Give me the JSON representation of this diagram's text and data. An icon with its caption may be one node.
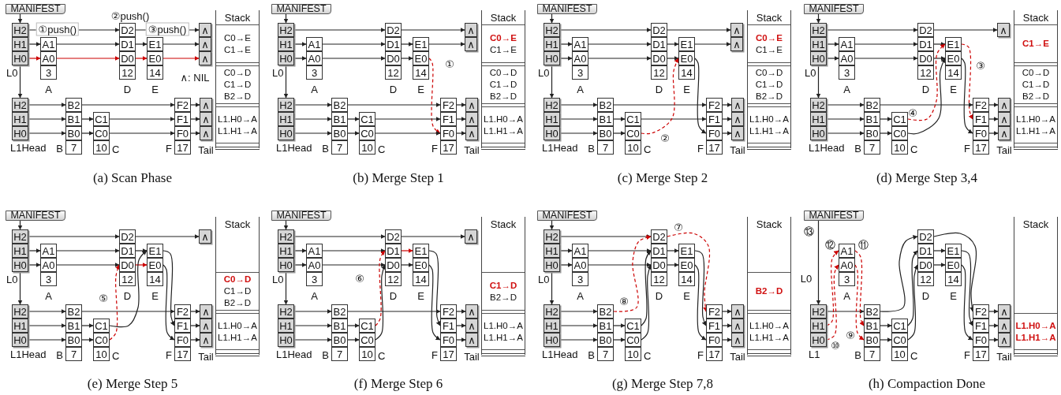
{
  "diagram": {
    "nodes": [
      {
        "text": [
          "MANIFEST"
        ]
      },
      {
        "text": [
          "H2"
        ]
      },
      {
        "text": [
          "H1"
        ]
      },
      {
        "text": [
          "H0"
        ],
        "beside": [
          "L0"
        ]
      },
      {
        "text": [
          "A1"
        ]
      },
      {
        "text": [
          "A0"
        ]
      },
      {
        "text": [
          "3"
        ],
        "beside": [
          "A"
        ]
      },
      {
        "text": [
          "D2"
        ]
      },
      {
        "text": [
          "D1"
        ]
      },
      {
        "text": [
          "D0"
        ]
      },
      {
        "text": [
          "12"
        ],
        "beside": [
          "D"
        ]
      },
      {
        "text": [
          "E1"
        ]
      },
      {
        "text": [
          "E0"
        ]
      },
      {
        "text": [
          "14"
        ],
        "beside": [
          "E"
        ]
      },
      {
        "text": [
          "∧"
        ]
      },
      {
        "text": [
          "∧"
        ]
      },
      {
        "text": [
          "∧"
        ]
      },
      {
        "text": [
          "H2"
        ]
      },
      {
        "text": [
          "H1"
        ]
      },
      {
        "text": [
          "H0"
        ],
        "beside": [
          "L1Head"
        ]
      },
      {
        "text": [
          "B2"
        ]
      },
      {
        "text": [
          "B1"
        ]
      },
      {
        "text": [
          "B0"
        ]
      },
      {
        "text": [
          "7"
        ],
        "beside": [
          "B"
        ]
      },
      {
        "text": [
          "C1"
        ]
      },
      {
        "text": [
          "C0"
        ]
      },
      {
        "text": [
          "10"
        ],
        "beside": [
          "C"
        ]
      },
      {
        "text": [
          "F2"
        ]
      },
      {
        "text": [
          "F1"
        ]
      },
      {
        "text": [
          "F0"
        ]
      },
      {
        "text": [
          "17"
        ],
        "beside": [
          "F"
        ]
      },
      {
        "text": [
          "∧"
        ]
      },
      {
        "text": [
          "∧"
        ]
      },
      {
        "text": [
          "∧"
        ],
        "beside": [
          "Tail"
        ]
      },
      {
        "text": [
          "Stack"
        ]
      },
      {
        "text": [
          "C0→E",
          "C1→E"
        ],
        "in": 34
      },
      {
        "text": [
          "C0→D",
          "C1→D",
          "B2→D"
        ],
        "in": 34
      },
      {
        "text": [
          "L1.H0→A",
          "L1.H1→A"
        ],
        "in": 34
      },
      {
        "text": [
          "MANIFEST"
        ]
      },
      {
        "text": [
          "H2"
        ]
      },
      {
        "text": [
          "H1"
        ]
      },
      {
        "text": [
          "H0"
        ],
        "beside": [
          "L0"
        ]
      },
      {
        "text": [
          "A1"
        ]
      },
      {
        "text": [
          "A0"
        ]
      },
      {
        "text": [
          "3"
        ],
        "beside": [
          "A"
        ]
      },
      {
        "text": [
          "D2"
        ]
      },
      {
        "text": [
          "D1"
        ]
      },
      {
        "text": [
          "D0"
        ]
      },
      {
        "text": [
          "12"
        ],
        "beside": [
          "D"
        ]
      },
      {
        "text": [
          "E1"
        ]
      },
      {
        "text": [
          "E0"
        ]
      },
      {
        "text": [
          "14"
        ],
        "beside": [
          "E"
        ]
      },
      {
        "text": [
          "∧"
        ]
      },
      {
        "text": [
          "∧"
        ]
      },
      {
        "text": [
          "H2"
        ]
      },
      {
        "text": [
          "H1"
        ]
      },
      {
        "text": [
          "H0"
        ],
        "beside": [
          "L1Head"
        ]
      },
      {
        "text": [
          "B2"
        ]
      },
      {
        "text": [
          "B1"
        ]
      },
      {
        "text": [
          "B0"
        ]
      },
      {
        "text": [
          "7"
        ],
        "beside": [
          "B"
        ]
      },
      {
        "text": [
          "C1"
        ]
      },
      {
        "text": [
          "C0"
        ]
      },
      {
        "text": [
          "10"
        ],
        "beside": [
          "C"
        ]
      },
      {
        "text": [
          "F2"
        ]
      },
      {
        "text": [
          "F1"
        ]
      },
      {
        "text": [
          "F0"
        ]
      },
      {
        "text": [
          "17"
        ],
        "beside": [
          "F"
        ]
      },
      {
        "text": [
          "∧"
        ]
      },
      {
        "text": [
          "∧"
        ]
      },
      {
        "text": [
          "∧"
        ],
        "beside": [
          "Tail"
        ]
      },
      {
        "text": [
          "Stack"
        ]
      },
      {
        "text": [
          "C0→E",
          "C1→E"
        ],
        "in": 71
      },
      {
        "text": [
          "C0→D",
          "C1→D",
          "B2→D"
        ],
        "in": 71
      },
      {
        "text": [
          "L1.H0→A",
          "L1.H1→A"
        ],
        "in": 71
      },
      {
        "text": [
          "MANIFEST"
        ]
      },
      {
        "text": [
          "H2"
        ]
      },
      {
        "text": [
          "H1"
        ]
      },
      {
        "text": [
          "H0"
        ],
        "beside": [
          "L0"
        ]
      },
      {
        "text": [
          "A1"
        ]
      },
      {
        "text": [
          "A0"
        ]
      },
      {
        "text": [
          "3"
        ],
        "beside": [
          "A"
        ]
      },
      {
        "text": [
          "D2"
        ]
      },
      {
        "text": [
          "D1"
        ]
      },
      {
        "text": [
          "D0"
        ]
      },
      {
        "text": [
          "12"
        ],
        "beside": [
          "D"
        ]
      },
      {
        "text": [
          "E1"
        ]
      },
      {
        "text": [
          "E0"
        ]
      },
      {
        "text": [
          "14"
        ],
        "beside": [
          "E"
        ]
      },
      {
        "text": [
          "∧"
        ]
      },
      {
        "text": [
          "∧"
        ]
      },
      {
        "text": [
          "H2"
        ]
      },
      {
        "text": [
          "H1"
        ]
      },
      {
        "text": [
          "H0"
        ],
        "beside": [
          "L1Head"
        ]
      },
      {
        "text": [
          "B2"
        ]
      },
      {
        "text": [
          "B1"
        ]
      },
      {
        "text": [
          "B0"
        ]
      },
      {
        "text": [
          "7"
        ],
        "beside": [
          "B"
        ]
      },
      {
        "text": [
          "C1"
        ]
      },
      {
        "text": [
          "C0"
        ]
      },
      {
        "text": [
          "10"
        ],
        "beside": [
          "C"
        ]
      },
      {
        "text": [
          "F2"
        ]
      },
      {
        "text": [
          "F1"
        ]
      },
      {
        "text": [
          "F0"
        ]
      },
      {
        "text": [
          "17"
        ],
        "beside": [
          "F"
        ]
      },
      {
        "text": [
          "∧"
        ]
      },
      {
        "text": [
          "∧"
        ]
      },
      {
        "text": [
          "∧"
        ],
        "beside": [
          "Tail"
        ]
      },
      {
        "text": [
          "Stack"
        ]
      },
      {
        "text": [
          "C0→E",
          "C1→E"
        ],
        "in": 108
      },
      {
        "text": [
          "C0→D",
          "C1→D",
          "B2→D"
        ],
        "in": 108
      },
      {
        "text": [
          "L1.H0→A",
          "L1.H1→A"
        ],
        "in": 108
      },
      {
        "text": [
          "MANIFEST"
        ]
      },
      {
        "text": [
          "H2"
        ]
      },
      {
        "text": [
          "H1"
        ]
      },
      {
        "text": [
          "H0"
        ],
        "beside": [
          "L0"
        ]
      },
      {
        "text": [
          "A1"
        ]
      },
      {
        "text": [
          "A0"
        ]
      },
      {
        "text": [
          "3"
        ],
        "beside": [
          "A"
        ]
      },
      {
        "text": [
          "D2"
        ]
      },
      {
        "text": [
          "D1"
        ]
      },
      {
        "text": [
          "D0"
        ]
      },
      {
        "text": [
          "12"
        ],
        "beside": [
          "D"
        ]
      },
      {
        "text": [
          "E1"
        ]
      },
      {
        "text": [
          "E0"
        ]
      },
      {
        "text": [
          "14"
        ],
        "beside": [
          "E"
        ]
      },
      {
        "text": [
          "∧"
        ]
      },
      {
        "text": [
          "H2"
        ]
      },
      {
        "text": [
          "H1"
        ]
      },
      {
        "text": [
          "H0"
        ],
        "beside": [
          "L1Head"
        ]
      },
      {
        "text": [
          "B2"
        ]
      },
      {
        "text": [
          "B1"
        ]
      },
      {
        "text": [
          "B0"
        ]
      },
      {
        "text": [
          "7"
        ],
        "beside": [
          "B"
        ]
      },
      {
        "text": [
          "C1"
        ]
      },
      {
        "text": [
          "C0"
        ]
      },
      {
        "text": [
          "10"
        ],
        "beside": [
          "C"
        ]
      },
      {
        "text": [
          "F2"
        ]
      },
      {
        "text": [
          "F1"
        ]
      },
      {
        "text": [
          "F0"
        ]
      },
      {
        "text": [
          "17"
        ],
        "beside": [
          "F"
        ]
      },
      {
        "text": [
          "∧"
        ]
      },
      {
        "text": [
          "∧"
        ]
      },
      {
        "text": [
          "∧"
        ],
        "beside": [
          "Tail"
        ]
      },
      {
        "text": [
          "Stack"
        ]
      },
      {
        "text": [
          "C1→E"
        ],
        "in": 144
      },
      {
        "text": [
          "C0→D",
          "C1→D",
          "B2→D"
        ],
        "in": 144
      },
      {
        "text": [
          "L1.H0→A",
          "L1.H1→A"
        ],
        "in": 144
      },
      {
        "text": [
          "MANIFEST"
        ]
      },
      {
        "text": [
          "H2"
        ]
      },
      {
        "text": [
          "H1"
        ]
      },
      {
        "text": [
          "H0"
        ],
        "beside": [
          "L0"
        ]
      },
      {
        "text": [
          "A1"
        ]
      },
      {
        "text": [
          "A0"
        ]
      },
      {
        "text": [
          "3"
        ],
        "beside": [
          "A"
        ]
      },
      {
        "text": [
          "D2"
        ]
      },
      {
        "text": [
          "D1"
        ]
      },
      {
        "text": [
          "D0"
        ]
      },
      {
        "text": [
          "12"
        ],
        "beside": [
          "D"
        ]
      },
      {
        "text": [
          "E1"
        ]
      },
      {
        "text": [
          "E0"
        ]
      },
      {
        "text": [
          "14"
        ],
        "beside": [
          "E"
        ]
      },
      {
        "text": [
          "∧"
        ]
      },
      {
        "text": [
          "H2"
        ]
      },
      {
        "text": [
          "H1"
        ]
      },
      {
        "text": [
          "H0"
        ],
        "beside": [
          "L1Head"
        ]
      },
      {
        "text": [
          "B2"
        ]
      },
      {
        "text": [
          "B1"
        ]
      },
      {
        "text": [
          "B0"
        ]
      },
      {
        "text": [
          "7"
        ],
        "beside": [
          "B"
        ]
      },
      {
        "text": [
          "C1"
        ]
      },
      {
        "text": [
          "C0"
        ]
      },
      {
        "text": [
          "10"
        ],
        "beside": [
          "C"
        ]
      },
      {
        "text": [
          "F2"
        ]
      },
      {
        "text": [
          "F1"
        ]
      },
      {
        "text": [
          "F0"
        ]
      },
      {
        "text": [
          "17"
        ],
        "beside": [
          "F"
        ]
      },
      {
        "text": [
          "∧"
        ]
      },
      {
        "text": [
          "∧"
        ]
      },
      {
        "text": [
          "∧"
        ],
        "beside": [
          "Tail"
        ]
      },
      {
        "text": [
          "Stack"
        ]
      },
      {
        "text": [
          "C0→D",
          "C1→D",
          "B2→D"
        ],
        "in": 180
      },
      {
        "text": [
          "L1.H0→A",
          "L1.H1→A"
        ],
        "in": 180
      },
      {
        "text": [
          "MANIFEST"
        ]
      },
      {
        "text": [
          "H2"
        ]
      },
      {
        "text": [
          "H1"
        ]
      },
      {
        "text": [
          "H0"
        ],
        "beside": [
          "L0"
        ]
      },
      {
        "text": [
          "A1"
        ]
      },
      {
        "text": [
          "A0"
        ]
      },
      {
        "text": [
          "3"
        ],
        "beside": [
          "A"
        ]
      },
      {
        "text": [
          "D2"
        ]
      },
      {
        "text": [
          "D1"
        ]
      },
      {
        "text": [
          "D0"
        ]
      },
      {
        "text": [
          "12"
        ],
        "beside": [
          "D"
        ]
      },
      {
        "text": [
          "E1"
        ]
      },
      {
        "text": [
          "E0"
        ]
      },
      {
        "text": [
          "14"
        ],
        "beside": [
          "E"
        ]
      },
      {
        "text": [
          "∧"
        ]
      },
      {
        "text": [
          "H2"
        ]
      },
      {
        "text": [
          "H1"
        ]
      },
      {
        "text": [
          "H0"
        ],
        "beside": [
          "L1Head"
        ]
      },
      {
        "text": [
          "B2"
        ]
      },
      {
        "text": [
          "B1"
        ]
      },
      {
        "text": [
          "B0"
        ]
      },
      {
        "text": [
          "7"
        ],
        "beside": [
          "B"
        ]
      },
      {
        "text": [
          "C1"
        ]
      },
      {
        "text": [
          "C0"
        ]
      },
      {
        "text": [
          "10"
        ],
        "beside": [
          "C"
        ]
      },
      {
        "text": [
          "F2"
        ]
      },
      {
        "text": [
          "F1"
        ]
      },
      {
        "text": [
          "F0"
        ]
      },
      {
        "text": [
          "17"
        ],
        "beside": [
          "F"
        ]
      },
      {
        "text": [
          "∧"
        ]
      },
      {
        "text": [
          "∧"
        ]
      },
      {
        "text": [
          "∧"
        ],
        "beside": [
          "Tail"
        ]
      },
      {
        "text": [
          "Stack"
        ]
      },
      {
        "text": [
          "C1→D",
          "B2→D"
        ],
        "in": 215
      },
      {
        "text": [
          "L1.H0→A",
          "L1.H1→A"
        ],
        "in": 215
      },
      {
        "text": [
          "MANIFEST"
        ]
      },
      {
        "text": [
          "H2"
        ]
      },
      {
        "text": [
          "H1"
        ]
      },
      {
        "text": [
          "H0"
        ],
        "beside": [
          "L0"
        ]
      },
      {
        "text": [
          "A1"
        ]
      },
      {
        "text": [
          "A0"
        ]
      },
      {
        "text": [
          "3"
        ],
        "beside": [
          "A"
        ]
      },
      {
        "text": [
          "D2"
        ]
      },
      {
        "text": [
          "D1"
        ]
      },
      {
        "text": [
          "D0"
        ]
      },
      {
        "text": [
          "12"
        ],
        "beside": [
          "D"
        ]
      },
      {
        "text": [
          "E1"
        ]
      },
      {
        "text": [
          "E0"
        ]
      },
      {
        "text": [
          "14"
        ],
        "beside": [
          "E"
        ]
      },
      {
        "text": [
          "H2"
        ]
      },
      {
        "text": [
          "H1"
        ]
      },
      {
        "text": [
          "H0"
        ],
        "beside": [
          "L1Head"
        ]
      },
      {
        "text": [
          "B2"
        ]
      },
      {
        "text": [
          "B1"
        ]
      },
      {
        "text": [
          "B0"
        ]
      },
      {
        "text": [
          "7"
        ],
        "beside": [
          "B"
        ]
      },
      {
        "text": [
          "C1"
        ]
      },
      {
        "text": [
          "C0"
        ]
      },
      {
        "text": [
          "10"
        ],
        "beside": [
          "C"
        ]
      },
      {
        "text": [
          "F2"
        ]
      },
      {
        "text": [
          "F1"
        ]
      },
      {
        "text": [
          "F0"
        ]
      },
      {
        "text": [
          "17"
        ],
        "beside": [
          "F"
        ]
      },
      {
        "text": [
          "∧"
        ]
      },
      {
        "text": [
          "∧"
        ]
      },
      {
        "text": [
          "∧"
        ],
        "beside": [
          "Tail"
        ]
      },
      {
        "text": [
          "Stack"
        ]
      },
      {
        "text": [
          "B2→D"
        ],
        "in": 249
      },
      {
        "text": [
          "L1.H0→A",
          "L1.H1→A"
        ],
        "in": 249
      },
      {
        "text": [
          "MANIFEST"
        ]
      },
      {
        "text": [
          "A1"
        ]
      },
      {
        "text": [
          "A0"
        ]
      },
      {
        "text": [
          "3"
        ],
        "beside": [
          "A"
        ]
      },
      {
        "text": [
          "D2"
        ]
      },
      {
        "text": [
          "D1"
        ]
      },
      {
        "text": [
          "D0"
        ]
      },
      {
        "text": [
          "12"
        ],
        "beside": [
          "D"
        ]
      },
      {
        "text": [
          "E1"
        ]
      },
      {
        "text": [
          "E0"
        ]
      },
      {
        "text": [
          "14"
        ],
        "beside": [
          "E"
        ]
      },
      {
        "text": [
          "H2"
        ]
      },
      {
        "text": [
          "H1"
        ]
      },
      {
        "text": [
          "H0"
        ],
        "beside": [
          "L1"
        ]
      },
      {
        "text": [
          "B2"
        ]
      },
      {
        "text": [
          "B1"
        ]
      },
      {
        "text": [
          "B0"
        ]
      },
      {
        "text": [
          "7"
        ],
        "beside": [
          "B"
        ]
      },
      {
        "text": [
          "C1"
        ]
      },
      {
        "text": [
          "C0"
        ]
      },
      {
        "text": [
          "10"
        ],
        "beside": [
          "C"
        ]
      },
      {
        "text": [
          "F2"
        ]
      },
      {
        "text": [
          "F1"
        ]
      },
      {
        "text": [
          "F0"
        ]
      },
      {
        "text": [
          "17"
        ],
        "beside": [
          "F"
        ]
      },
      {
        "text": [
          "∧"
        ]
      },
      {
        "text": [
          "∧"
        ]
      },
      {
        "text": [
          "∧"
        ],
        "beside": [
          "Tail"
        ]
      },
      {
        "text": [
          "Stack"
        ]
      },
      {
        "text": [
          "L1.H0→A",
          "L1.H1→A"
        ],
        "in": 280
      }
    ],
    "edges": [
      {
        "from": 0,
        "to": 1,
        "arrow": "to"
      },
      {
        "from": 3,
        "to": 17,
        "arrow": "to"
      },
      {
        "from": 1,
        "to": 7,
        "arrow": "to",
        "label": "①push()"
      },
      {
        "from": 7,
        "to": 14,
        "arrow": "to",
        "label": "③push()"
      },
      {
        "from": 2,
        "to": 4,
        "arrow": "to"
      },
      {
        "from": 4,
        "to": 8,
        "arrow": "to"
      },
      {
        "from": 8,
        "to": 11,
        "arrow": "to"
      },
      {
        "from": 11,
        "to": 15,
        "arrow": "to"
      },
      {
        "from": 3,
        "to": 5,
        "arrow": "to",
        "color": "#cc0000"
      },
      {
        "from": 5,
        "to": 9,
        "arrow": "to",
        "color": "#cc0000"
      },
      {
        "from": 9,
        "to": 12,
        "arrow": "to",
        "color": "#cc0000"
      },
      {
        "from": 12,
        "to": 16,
        "arrow": "to",
        "color": "#cc0000"
      },
      {
        "from": 17,
        "to": 20,
        "arrow": "to"
      },
      {
        "from": 20,
        "to": 27,
        "arrow": "to"
      },
      {
        "from": 27,
        "to": 31,
        "arrow": "to"
      },
      {
        "from": 18,
        "to": 21,
        "arrow": "to"
      },
      {
        "from": 21,
        "to": 24,
        "arrow": "to"
      },
      {
        "from": 24,
        "to": 28,
        "arrow": "to"
      },
      {
        "from": 28,
        "to": 32,
        "arrow": "to"
      },
      {
        "from": 19,
        "to": 22,
        "arrow": "to"
      },
      {
        "from": 22,
        "to": 25,
        "arrow": "to"
      },
      {
        "from": 25,
        "to": 29,
        "arrow": "to"
      },
      {
        "from": 29,
        "to": 33,
        "arrow": "to"
      },
      {
        "from": 38,
        "to": 39,
        "arrow": "to"
      },
      {
        "from": 41,
        "to": 54,
        "arrow": "to"
      },
      {
        "from": 39,
        "to": 45,
        "arrow": "to"
      },
      {
        "from": 45,
        "to": 52,
        "arrow": "to"
      },
      {
        "from": 40,
        "to": 42,
        "arrow": "to"
      },
      {
        "from": 42,
        "to": 46,
        "arrow": "to"
      },
      {
        "from": 46,
        "to": 49,
        "arrow": "to"
      },
      {
        "from": 49,
        "to": 53,
        "arrow": "to"
      },
      {
        "from": 41,
        "to": 43,
        "arrow": "to"
      },
      {
        "from": 43,
        "to": 47,
        "arrow": "to"
      },
      {
        "from": 47,
        "to": 50,
        "arrow": "to"
      },
      {
        "from": 50,
        "to": 66,
        "arrow": "to",
        "style": "dashed",
        "color": "#cc0000"
      },
      {
        "from": 54,
        "to": 57,
        "arrow": "to"
      },
      {
        "from": 57,
        "to": 64,
        "arrow": "to"
      },
      {
        "from": 64,
        "to": 68,
        "arrow": "to"
      },
      {
        "from": 55,
        "to": 58,
        "arrow": "to"
      },
      {
        "from": 58,
        "to": 61,
        "arrow": "to"
      },
      {
        "from": 61,
        "to": 65,
        "arrow": "to"
      },
      {
        "from": 65,
        "to": 69,
        "arrow": "to"
      },
      {
        "from": 56,
        "to": 59,
        "arrow": "to"
      },
      {
        "from": 59,
        "to": 62,
        "arrow": "to"
      },
      {
        "from": 62,
        "to": 66,
        "arrow": "to"
      },
      {
        "from": 66,
        "to": 70,
        "arrow": "to"
      },
      {
        "from": 75,
        "to": 76,
        "arrow": "to"
      },
      {
        "from": 78,
        "to": 91,
        "arrow": "to"
      },
      {
        "from": 76,
        "to": 82,
        "arrow": "to"
      },
      {
        "from": 82,
        "to": 89,
        "arrow": "to"
      },
      {
        "from": 77,
        "to": 79,
        "arrow": "to"
      },
      {
        "from": 79,
        "to": 83,
        "arrow": "to"
      },
      {
        "from": 83,
        "to": 86,
        "arrow": "to"
      },
      {
        "from": 86,
        "to": 90,
        "arrow": "to"
      },
      {
        "from": 78,
        "to": 80,
        "arrow": "to"
      },
      {
        "from": 80,
        "to": 84,
        "arrow": "to"
      },
      {
        "from": 84,
        "to": 87,
        "arrow": "to"
      },
      {
        "from": 87,
        "to": 103,
        "arrow": "to"
      },
      {
        "from": 91,
        "to": 94,
        "arrow": "to"
      },
      {
        "from": 94,
        "to": 101,
        "arrow": "to"
      },
      {
        "from": 101,
        "to": 105,
        "arrow": "to"
      },
      {
        "from": 92,
        "to": 95,
        "arrow": "to"
      },
      {
        "from": 95,
        "to": 98,
        "arrow": "to"
      },
      {
        "from": 98,
        "to": 102,
        "arrow": "to"
      },
      {
        "from": 102,
        "to": 106,
        "arrow": "to"
      },
      {
        "from": 93,
        "to": 96,
        "arrow": "to"
      },
      {
        "from": 96,
        "to": 99,
        "arrow": "to"
      },
      {
        "from": 99,
        "to": 87,
        "arrow": "to",
        "style": "dashed",
        "color": "#cc0000"
      },
      {
        "from": 103,
        "to": 107,
        "arrow": "to"
      },
      {
        "from": 112,
        "to": 113,
        "arrow": "to"
      },
      {
        "from": 115,
        "to": 127,
        "arrow": "to"
      },
      {
        "from": 113,
        "to": 119,
        "arrow": "to"
      },
      {
        "from": 119,
        "to": 126,
        "arrow": "to"
      },
      {
        "from": 114,
        "to": 116,
        "arrow": "to"
      },
      {
        "from": 116,
        "to": 120,
        "arrow": "to"
      },
      {
        "from": 120,
        "to": 123,
        "arrow": "to"
      },
      {
        "from": 123,
        "to": 138,
        "arrow": "to",
        "style": "dashed",
        "color": "#cc0000"
      },
      {
        "from": 115,
        "to": 117,
        "arrow": "to"
      },
      {
        "from": 117,
        "to": 121,
        "arrow": "to"
      },
      {
        "from": 121,
        "to": 124,
        "arrow": "to"
      },
      {
        "from": 124,
        "to": 139,
        "arrow": "to"
      },
      {
        "from": 127,
        "to": 130,
        "arrow": "to"
      },
      {
        "from": 130,
        "to": 137,
        "arrow": "to"
      },
      {
        "from": 137,
        "to": 141,
        "arrow": "to"
      },
      {
        "from": 128,
        "to": 131,
        "arrow": "to"
      },
      {
        "from": 131,
        "to": 134,
        "arrow": "to"
      },
      {
        "from": 134,
        "to": 123,
        "arrow": "to",
        "style": "dashed",
        "color": "#cc0000"
      },
      {
        "from": 138,
        "to": 142,
        "arrow": "to"
      },
      {
        "from": 129,
        "to": 132,
        "arrow": "to"
      },
      {
        "from": 132,
        "to": 135,
        "arrow": "to"
      },
      {
        "from": 135,
        "to": 124,
        "arrow": "to"
      },
      {
        "from": 139,
        "to": 143,
        "arrow": "to"
      },
      {
        "from": 148,
        "to": 149,
        "arrow": "to"
      },
      {
        "from": 151,
        "to": 163,
        "arrow": "to"
      },
      {
        "from": 149,
        "to": 155,
        "arrow": "to"
      },
      {
        "from": 155,
        "to": 162,
        "arrow": "to"
      },
      {
        "from": 150,
        "to": 152,
        "arrow": "to"
      },
      {
        "from": 152,
        "to": 156,
        "arrow": "to"
      },
      {
        "from": 156,
        "to": 159,
        "arrow": "to"
      },
      {
        "from": 159,
        "to": 174,
        "arrow": "to"
      },
      {
        "from": 151,
        "to": 153,
        "arrow": "to"
      },
      {
        "from": 153,
        "to": 157,
        "arrow": "to"
      },
      {
        "from": 157,
        "to": 160,
        "arrow": "to",
        "color": "#cc0000"
      },
      {
        "from": 160,
        "to": 175,
        "arrow": "to"
      },
      {
        "from": 163,
        "to": 166,
        "arrow": "to"
      },
      {
        "from": 166,
        "to": 173,
        "arrow": "to"
      },
      {
        "from": 173,
        "to": 177,
        "arrow": "to"
      },
      {
        "from": 164,
        "to": 167,
        "arrow": "to"
      },
      {
        "from": 167,
        "to": 170,
        "arrow": "to"
      },
      {
        "from": 170,
        "to": 159,
        "arrow": "to"
      },
      {
        "from": 174,
        "to": 178,
        "arrow": "to"
      },
      {
        "from": 165,
        "to": 168,
        "arrow": "to"
      },
      {
        "from": 168,
        "to": 171,
        "arrow": "to"
      },
      {
        "from": 171,
        "to": 157,
        "arrow": "to",
        "style": "dashed",
        "color": "#cc0000"
      },
      {
        "from": 175,
        "to": 179,
        "arrow": "to"
      },
      {
        "from": 183,
        "to": 184,
        "arrow": "to"
      },
      {
        "from": 186,
        "to": 198,
        "arrow": "to"
      },
      {
        "from": 184,
        "to": 190,
        "arrow": "to"
      },
      {
        "from": 190,
        "to": 197,
        "arrow": "to"
      },
      {
        "from": 185,
        "to": 187,
        "arrow": "to"
      },
      {
        "from": 187,
        "to": 191,
        "arrow": "to"
      },
      {
        "from": 191,
        "to": 194,
        "arrow": "to",
        "color": "#cc0000"
      },
      {
        "from": 186,
        "to": 188,
        "arrow": "to"
      },
      {
        "from": 188,
        "to": 192,
        "arrow": "to"
      },
      {
        "from": 192,
        "to": 195,
        "arrow": "to"
      },
      {
        "from": 194,
        "to": 209,
        "arrow": "to"
      },
      {
        "from": 195,
        "to": 210,
        "arrow": "to"
      },
      {
        "from": 198,
        "to": 201,
        "arrow": "to"
      },
      {
        "from": 201,
        "to": 208,
        "arrow": "to"
      },
      {
        "from": 208,
        "to": 212,
        "arrow": "to"
      },
      {
        "from": 199,
        "to": 202,
        "arrow": "to"
      },
      {
        "from": 202,
        "to": 205,
        "arrow": "to"
      },
      {
        "from": 205,
        "to": 191,
        "arrow": "to",
        "style": "dashed",
        "color": "#cc0000"
      },
      {
        "from": 209,
        "to": 213,
        "arrow": "to"
      },
      {
        "from": 200,
        "to": 203,
        "arrow": "to"
      },
      {
        "from": 203,
        "to": 206,
        "arrow": "to"
      },
      {
        "from": 206,
        "to": 192,
        "arrow": "to"
      },
      {
        "from": 210,
        "to": 214,
        "arrow": "to"
      },
      {
        "from": 218,
        "to": 219,
        "arrow": "to"
      },
      {
        "from": 221,
        "to": 232,
        "arrow": "to"
      },
      {
        "from": 219,
        "to": 225,
        "arrow": "to"
      },
      {
        "from": 220,
        "to": 222,
        "arrow": "to"
      },
      {
        "from": 222,
        "to": 226,
        "arrow": "to"
      },
      {
        "from": 226,
        "to": 229,
        "arrow": "to"
      },
      {
        "from": 221,
        "to": 223,
        "arrow": "to"
      },
      {
        "from": 223,
        "to": 227,
        "arrow": "to"
      },
      {
        "from": 227,
        "to": 230,
        "arrow": "to"
      },
      {
        "from": 225,
        "to": 242,
        "arrow": "to",
        "style": "dashed",
        "color": "#cc0000"
      },
      {
        "from": 229,
        "to": 243,
        "arrow": "to"
      },
      {
        "from": 230,
        "to": 244,
        "arrow": "to"
      },
      {
        "from": 232,
        "to": 235,
        "arrow": "to"
      },
      {
        "from": 235,
        "to": 225,
        "arrow": "to",
        "style": "dashed",
        "color": "#cc0000"
      },
      {
        "from": 242,
        "to": 246,
        "arrow": "to"
      },
      {
        "from": 233,
        "to": 236,
        "arrow": "to"
      },
      {
        "from": 236,
        "to": 239,
        "arrow": "to"
      },
      {
        "from": 239,
        "to": 226,
        "arrow": "to"
      },
      {
        "from": 243,
        "to": 247,
        "arrow": "to"
      },
      {
        "from": 234,
        "to": 237,
        "arrow": "to"
      },
      {
        "from": 237,
        "to": 240,
        "arrow": "to"
      },
      {
        "from": 240,
        "to": 227,
        "arrow": "to"
      },
      {
        "from": 244,
        "to": 248,
        "arrow": "to"
      },
      {
        "from": 252,
        "to": 263,
        "arrow": "to"
      },
      {
        "from": 263,
        "to": 266,
        "arrow": "to"
      },
      {
        "from": 266,
        "to": 256,
        "arrow": "to"
      },
      {
        "from": 264,
        "to": 253,
        "arrow": "to",
        "style": "dashed",
        "color": "#cc0000"
      },
      {
        "from": 265,
        "to": 254,
        "arrow": "to",
        "style": "dashed",
        "color": "#cc0000"
      },
      {
        "from": 253,
        "to": 267,
        "arrow": "to",
        "style": "dashed",
        "color": "#cc0000"
      },
      {
        "from": 254,
        "to": 268,
        "arrow": "to",
        "style": "dashed",
        "color": "#cc0000"
      },
      {
        "from": 267,
        "to": 270,
        "arrow": "to"
      },
      {
        "from": 268,
        "to": 271,
        "arrow": "to"
      },
      {
        "from": 270,
        "to": 257,
        "arrow": "to"
      },
      {
        "from": 271,
        "to": 258,
        "arrow": "to"
      },
      {
        "from": 257,
        "to": 260,
        "arrow": "to"
      },
      {
        "from": 258,
        "to": 261,
        "arrow": "to"
      },
      {
        "from": 256,
        "to": 273,
        "arrow": "to"
      },
      {
        "from": 260,
        "to": 274,
        "arrow": "to"
      },
      {
        "from": 261,
        "to": 275,
        "arrow": "to"
      },
      {
        "from": 273,
        "to": 277,
        "arrow": "to"
      },
      {
        "from": 274,
        "to": 278,
        "arrow": "to"
      },
      {
        "from": 275,
        "to": 279,
        "arrow": "to"
      }
    ],
    "labels": [
      "②push()",
      "∧: NIL",
      "(a) Scan Phase",
      "①",
      "(b) Merge Step 1",
      "②",
      "(c) Merge Step 2",
      "③",
      "④",
      "(d) Merge Step 3,4",
      "⑤",
      "(e) Merge Step 5",
      "⑥",
      "(f) Merge Step 6",
      "⑦",
      "⑧",
      "(g) Merge Step 7,8",
      "⑬",
      "⑫",
      "⑪",
      "L0",
      "⑩",
      "⑨",
      "(h) Compaction Done"
    ]
  }
}
